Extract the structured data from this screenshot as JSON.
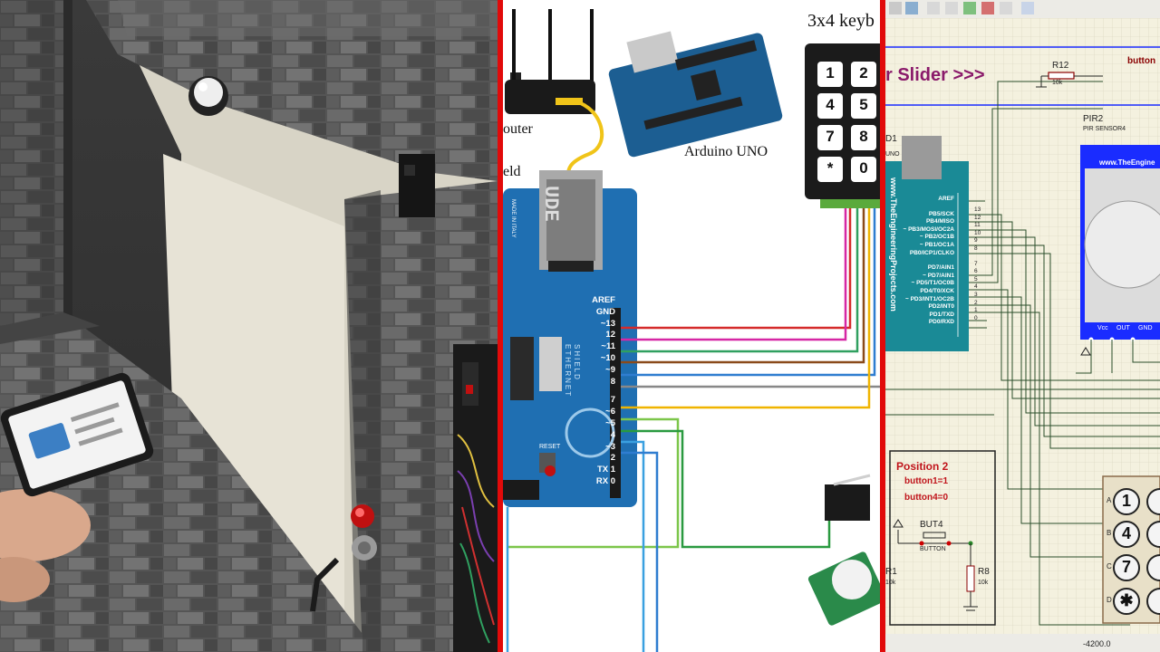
{
  "wiring": {
    "keypad_title": "3x4 keyb",
    "router_label": "outer",
    "shield_label": "eld",
    "uno_label": "Arduino UNO",
    "keypad_keys": [
      "1",
      "2",
      "4",
      "5",
      "7",
      "8",
      "*",
      "0"
    ],
    "pin_labels": [
      "AREF",
      "GND",
      "~13",
      "12",
      "~11",
      "~10",
      "~9",
      "8",
      "7",
      "~6",
      "~5",
      "4",
      "~3",
      "2",
      "TX 1",
      "RX 0"
    ],
    "board_text": [
      "ETHERNET",
      "SHIELD",
      "RESET",
      "MADE IN ITALY",
      "UDE"
    ]
  },
  "sim": {
    "title": "r Slider >>>",
    "button_top": "button",
    "r12": "R12",
    "r12_val": "10k",
    "pir_ref": "PIR2",
    "pir_name": "PIR SENSOR4",
    "pir_url": "www.TheEngine",
    "pir_pins": [
      "Vcc",
      "OUT",
      "GND"
    ],
    "uno_ref": "D1",
    "uno_name": "UNO",
    "uno_side_url": "www.TheEngineeringProjects.com",
    "uno_pins": [
      "AREF",
      "PB5/SCK",
      "PB4/MISO",
      "~ PB3/MOSI/OC2A",
      "~ PB2/OC1B",
      "~ PB1/OC1A",
      "PB0/ICP1/CLKO",
      "PD7/AIN1",
      "~ PD7/AIN1",
      "~ PD5/T1/OC0B",
      "PD4/T0/XCK",
      "~ PD3/INT1/OC2B",
      "PD2/INT0",
      "PD1/TXD",
      "PD0/RXD"
    ],
    "uno_pin_nums": [
      "13",
      "12",
      "11",
      "10",
      "9",
      "8",
      "7",
      "6",
      "5",
      "4",
      "3",
      "2",
      "1",
      "0"
    ],
    "position_title": "Position 2",
    "button1_state": "button1=1",
    "button4_state": "button4=0",
    "but4_ref": "BUT4",
    "but4_name": "BUTTON",
    "r1": "R1",
    "r1_val": "10k",
    "r8": "R8",
    "r8_val": "10k",
    "keypad_rows": [
      "A",
      "B",
      "C",
      "D"
    ],
    "keypad_keys": [
      "1",
      "4",
      "7",
      "✱"
    ],
    "bottom_value": "-4200.0"
  },
  "colors": {
    "divider": "#e10a0a",
    "arduino_blue": "#1f6fb2",
    "schematic_title": "#8a1a6a",
    "schematic_blue": "#1a2cff",
    "position_text": "#c0141b",
    "uno_teal": "#1a8a96"
  }
}
